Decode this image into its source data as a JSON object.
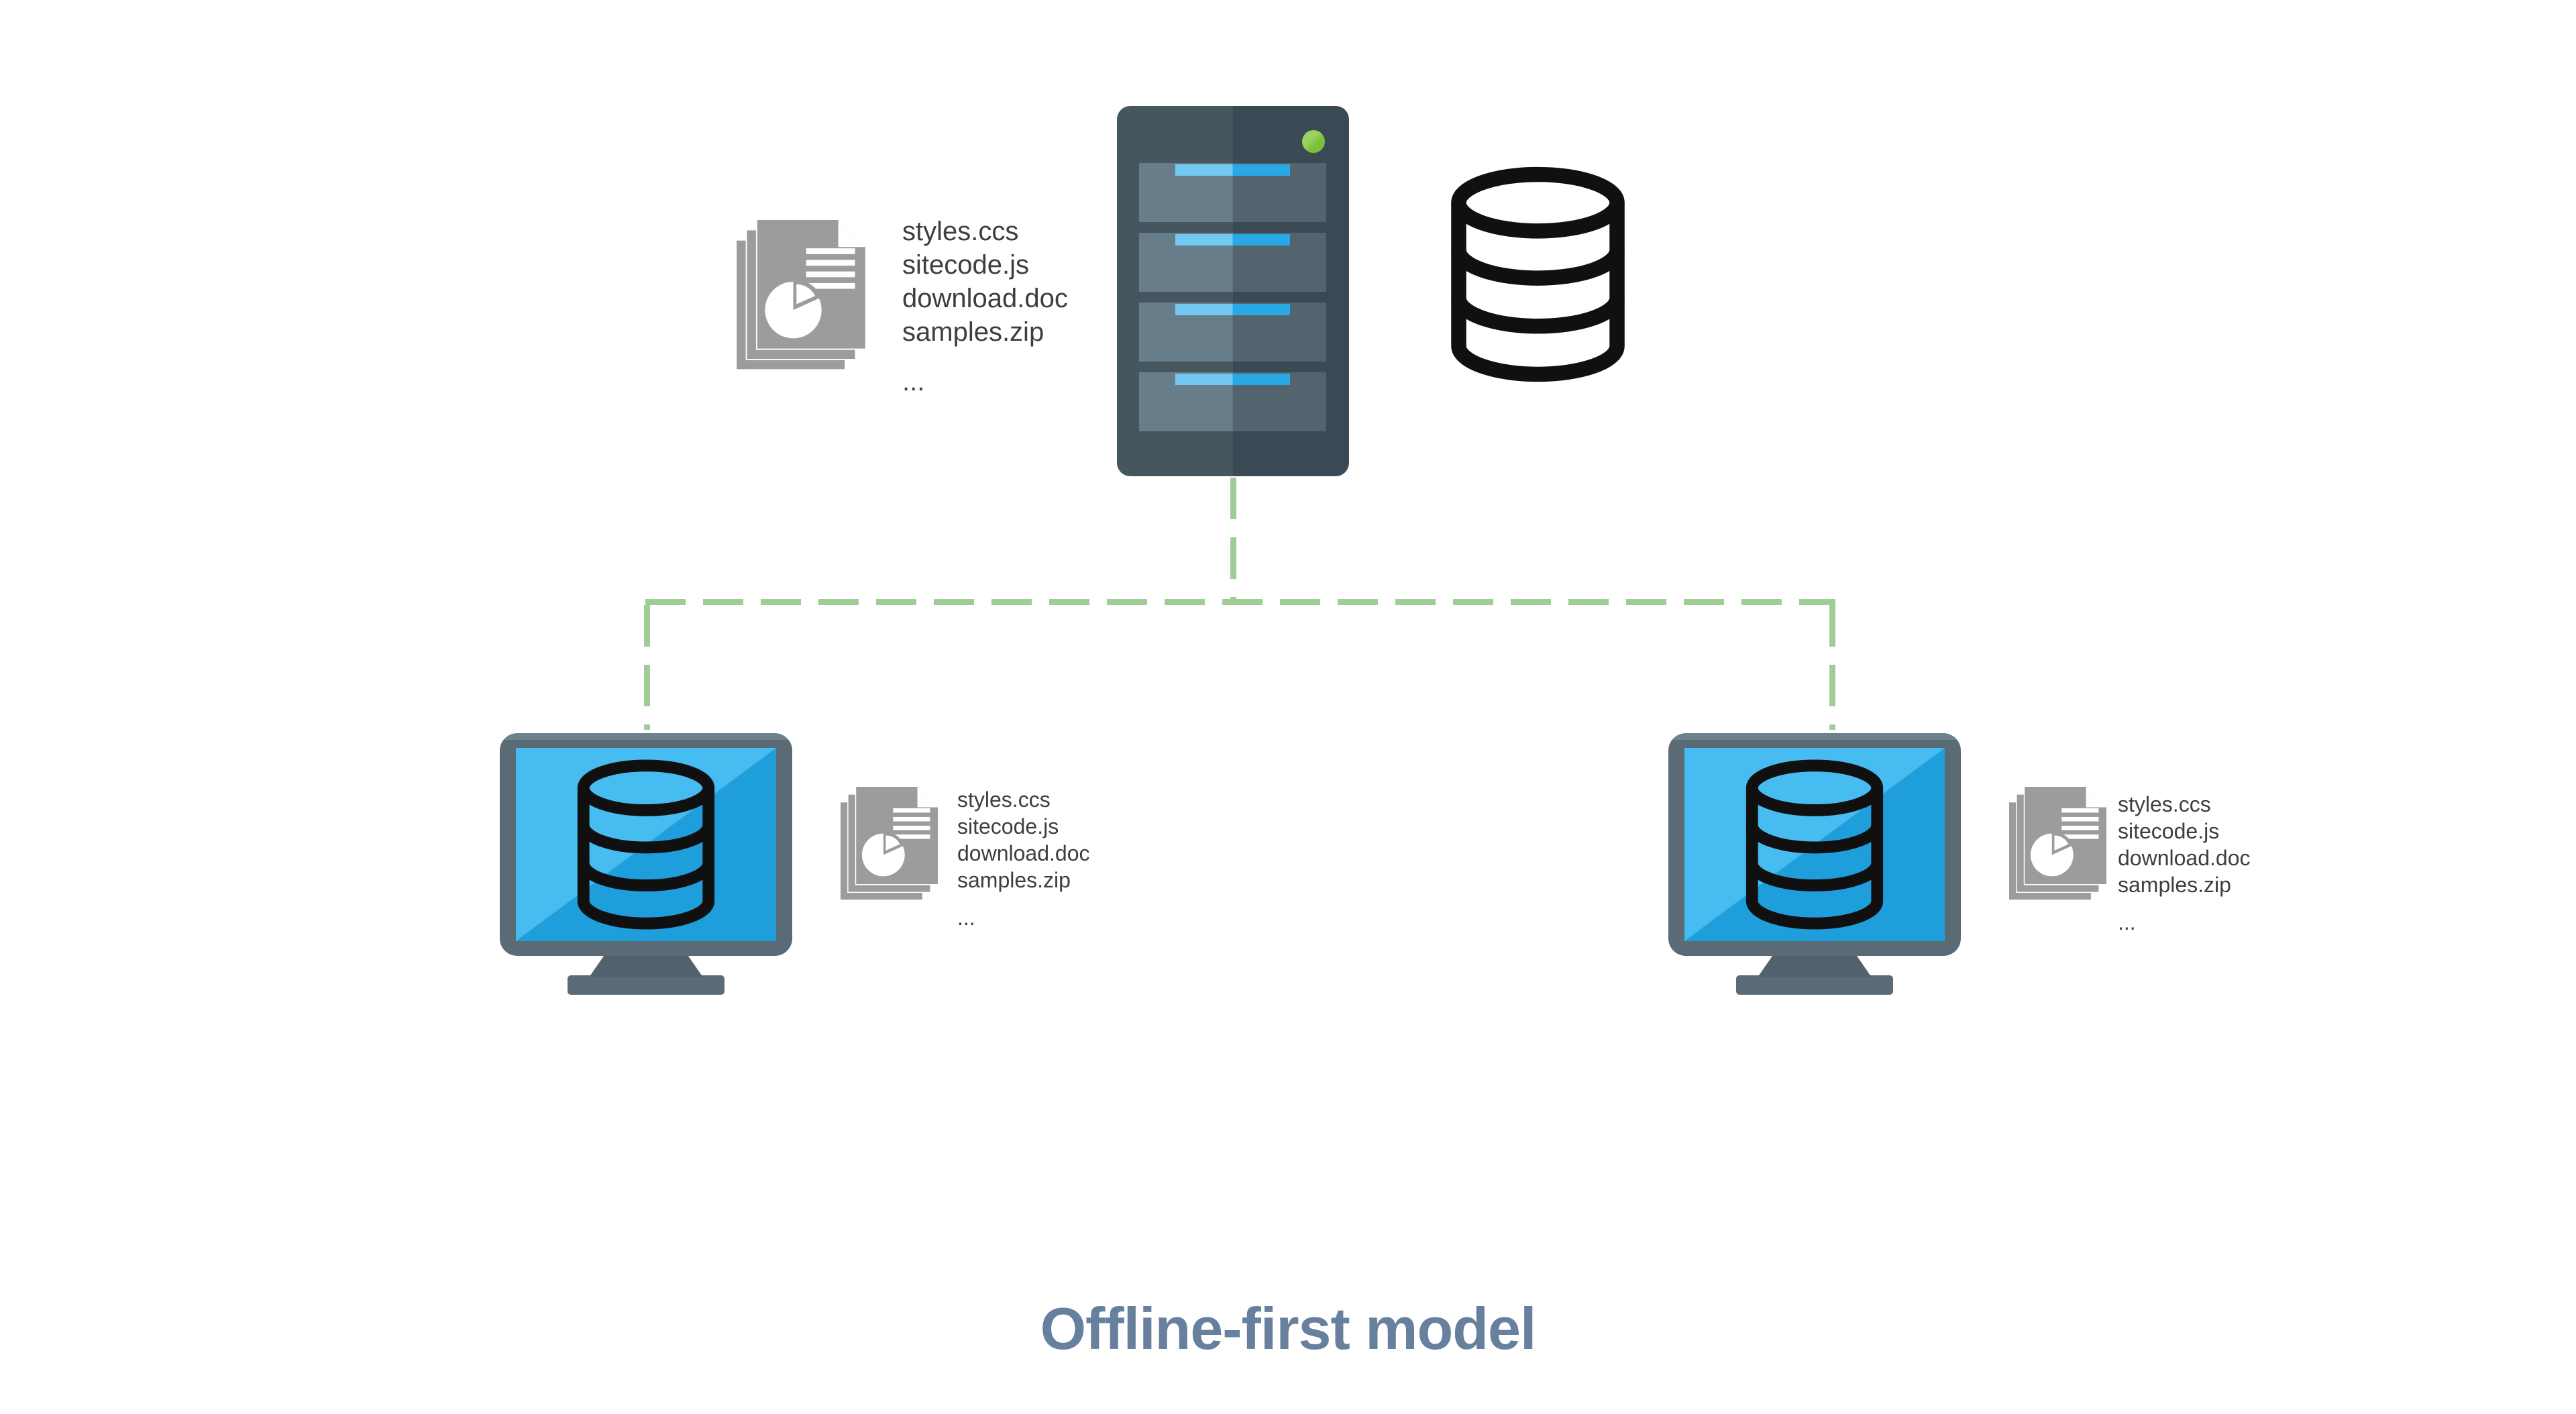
{
  "title": {
    "text": "Offline-first model"
  },
  "file_lists": {
    "server": {
      "items": [
        "styles.ccs",
        "sitecode.js",
        "download.doc",
        "samples.zip",
        "..."
      ]
    },
    "client_left": {
      "items": [
        "styles.ccs",
        "sitecode.js",
        "download.doc",
        "samples.zip",
        "..."
      ]
    },
    "client_right": {
      "items": [
        "styles.ccs",
        "sitecode.js",
        "download.doc",
        "samples.zip",
        "..."
      ]
    }
  },
  "icons": {
    "server": "server-rack-icon",
    "database": "database-cylinder-icon",
    "client": "monitor-with-database-icon",
    "files": "documents-stack-icon",
    "led": "status-led-icon"
  },
  "colors": {
    "background": "#ffffff",
    "server_body_left": "#46565f",
    "server_body_right": "#3a4a54",
    "server_slot_left": "#687d8a",
    "server_slot_right": "#54646e",
    "server_bar_left": "#74c9f3",
    "server_bar_right": "#28a9e6",
    "led_green": "#7cc13b",
    "led_green_light": "#97d35f",
    "connector_green": "#9ecd96",
    "monitor_frame": "#5a6b76",
    "monitor_frame_hl": "#6e828c",
    "monitor_stand": "#51626c",
    "screen_light": "#47bcf0",
    "screen_dark": "#1f9edc",
    "db_outline": "#101010",
    "doc_gray": "#9c9c9c",
    "file_text": "#3e3e3e",
    "title_text": "#66809e"
  }
}
